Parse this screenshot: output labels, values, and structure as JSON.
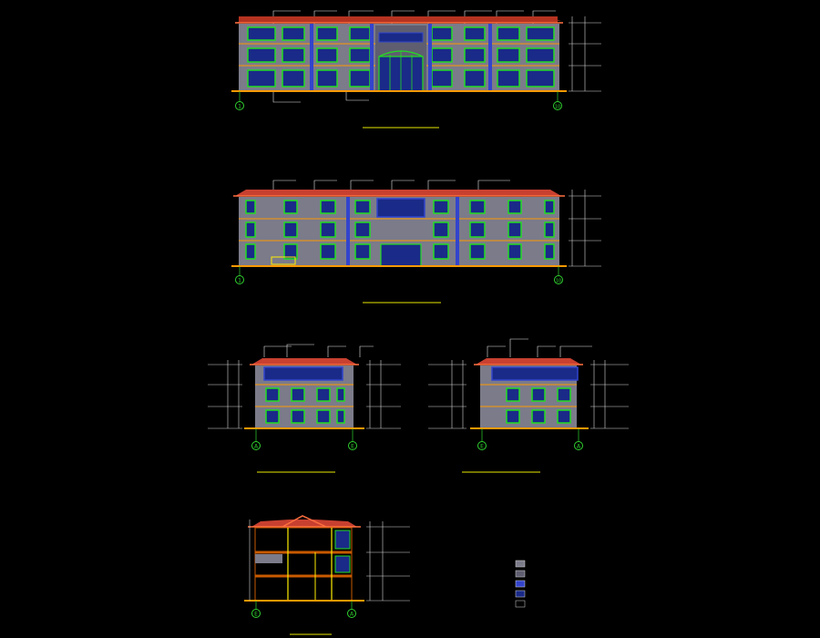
{
  "drawing": {
    "background": "#000000",
    "colors": {
      "wall": "#7b7b8a",
      "wall_dark": "#5e5e70",
      "roof": "#d43a2a",
      "roof_edge": "#ff7040",
      "window": "#22dd22",
      "window_glass": "#1a2a88",
      "blue_band": "#3344cc",
      "ground": "#ff9900",
      "leader": "#e6e6e6",
      "axis": "#2fd12f",
      "dim": "#d8d8d8",
      "title": "#e8e800",
      "underline": "#e8e800",
      "section_fill": "#c85a00",
      "section_line": "#ffee00"
    },
    "views": {
      "front_elevation": {
        "title": "",
        "axis_start": "1",
        "axis_end": "10",
        "floors": 3
      },
      "rear_elevation": {
        "title": "",
        "axis_start": "1",
        "axis_end": "10",
        "floors": 3
      },
      "side_elevation_left": {
        "title": "",
        "axis_start": "A",
        "axis_end": "E",
        "floors": 3
      },
      "side_elevation_right": {
        "title": "",
        "axis_start": "E",
        "axis_end": "A",
        "floors": 3
      },
      "section_1_1": {
        "title": "",
        "axis_start": "E",
        "axis_end": "A",
        "floors": 3
      }
    },
    "legend": {
      "title": "",
      "items": [
        "",
        "",
        "",
        "",
        ""
      ]
    }
  }
}
